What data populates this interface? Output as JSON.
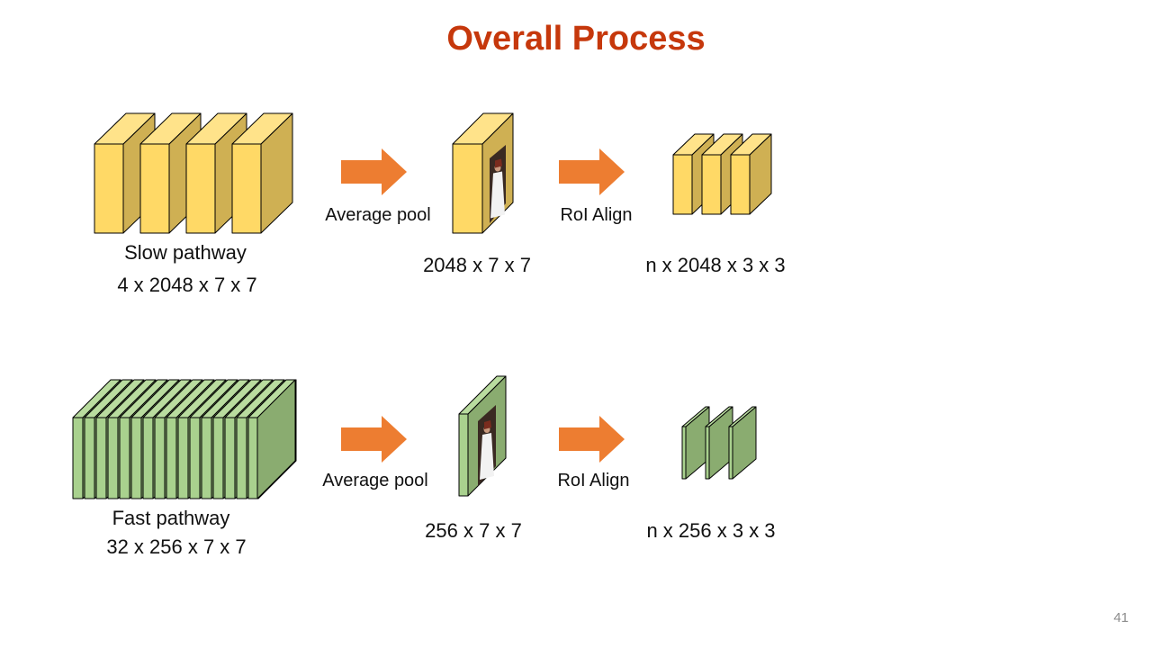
{
  "title": "Overall Process",
  "slow": {
    "name": "Slow pathway",
    "input_dims": "4 x 2048 x 7 x 7",
    "pool_label": "Average pool",
    "pooled_dims": "2048 x 7 x 7",
    "roi_label": "RoI Align",
    "roi_dims": "n x 2048 x 3 x 3",
    "input_count": 4,
    "roi_count": 3,
    "colors": {
      "front": "#ffd966",
      "side": "#cfb053",
      "top": "#ffe38a"
    }
  },
  "fast": {
    "name": "Fast pathway",
    "input_dims": "32 x 256 x 7 x 7",
    "pool_label": "Average pool",
    "pooled_dims": "256 x 7 x 7",
    "roi_label": "RoI Align",
    "roi_dims": "n x 256 x 3 x 3",
    "input_count": 16,
    "roi_count": 3,
    "colors": {
      "front": "#a9d18e",
      "side": "#8aac70",
      "top": "#b9dc9f"
    }
  },
  "arrow_color": "#ed7d31",
  "page_number": "41"
}
